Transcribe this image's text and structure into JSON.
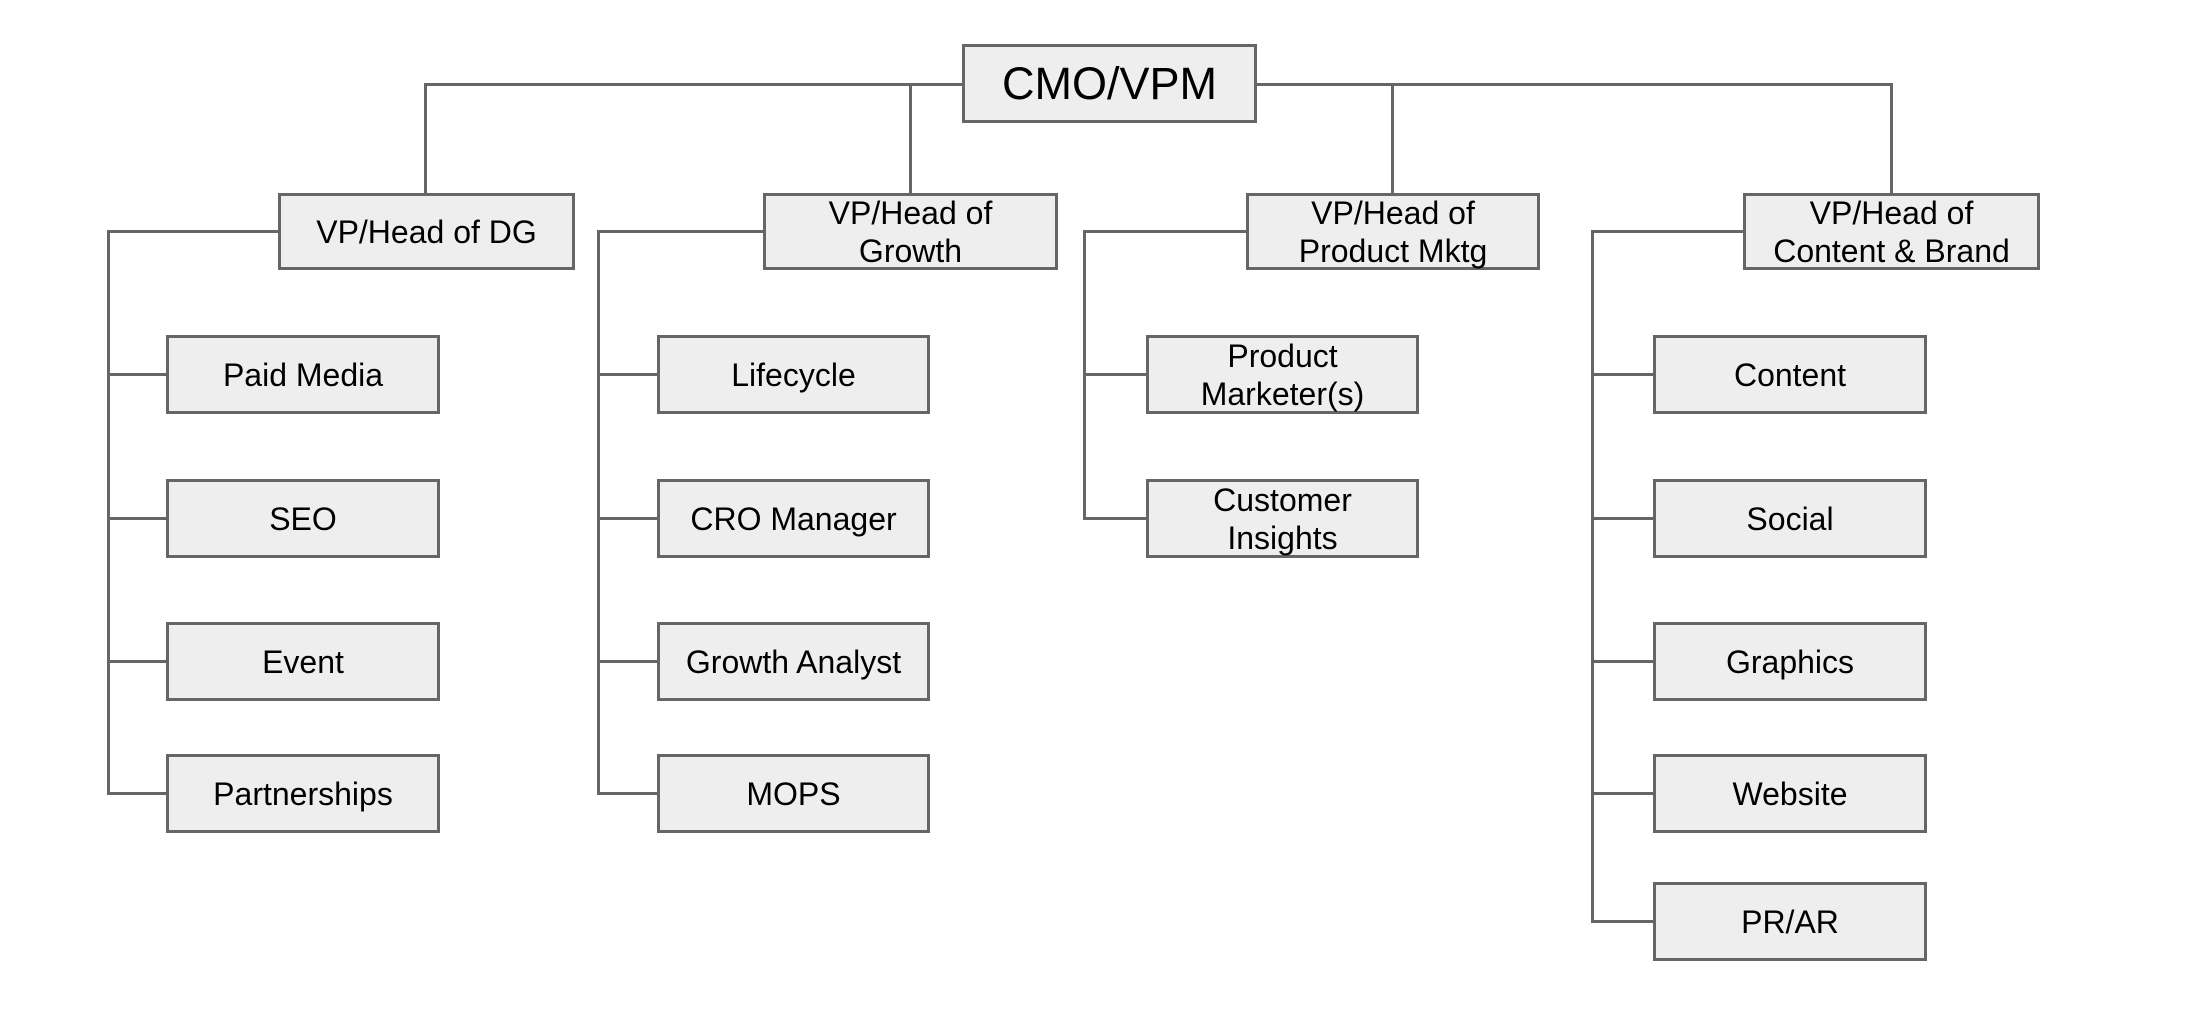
{
  "diagram": {
    "type": "org-chart",
    "root": {
      "label_lines": [
        "CMO/VPM"
      ]
    },
    "groups": [
      {
        "vp": {
          "label_lines": [
            "VP/Head of DG"
          ]
        },
        "children": [
          {
            "label_lines": [
              "Paid Media"
            ]
          },
          {
            "label_lines": [
              "SEO"
            ]
          },
          {
            "label_lines": [
              "Event"
            ]
          },
          {
            "label_lines": [
              "Partnerships"
            ]
          }
        ]
      },
      {
        "vp": {
          "label_lines": [
            "VP/Head of",
            "Growth"
          ]
        },
        "children": [
          {
            "label_lines": [
              "Lifecycle"
            ]
          },
          {
            "label_lines": [
              "CRO Manager"
            ]
          },
          {
            "label_lines": [
              "Growth Analyst"
            ]
          },
          {
            "label_lines": [
              "MOPS"
            ]
          }
        ]
      },
      {
        "vp": {
          "label_lines": [
            "VP/Head of",
            "Product Mktg"
          ]
        },
        "children": [
          {
            "label_lines": [
              "Product",
              "Marketer(s)"
            ]
          },
          {
            "label_lines": [
              "Customer",
              "Insights"
            ]
          }
        ]
      },
      {
        "vp": {
          "label_lines": [
            "VP/Head of",
            "Content & Brand"
          ]
        },
        "children": [
          {
            "label_lines": [
              "Content"
            ]
          },
          {
            "label_lines": [
              "Social"
            ]
          },
          {
            "label_lines": [
              "Graphics"
            ]
          },
          {
            "label_lines": [
              "Website"
            ]
          },
          {
            "label_lines": [
              "PR/AR"
            ]
          }
        ]
      }
    ],
    "colors": {
      "box_fill": "#eeeeee",
      "box_border": "#666666",
      "connector": "#666666",
      "text": "#000000",
      "background": "#ffffff"
    }
  }
}
